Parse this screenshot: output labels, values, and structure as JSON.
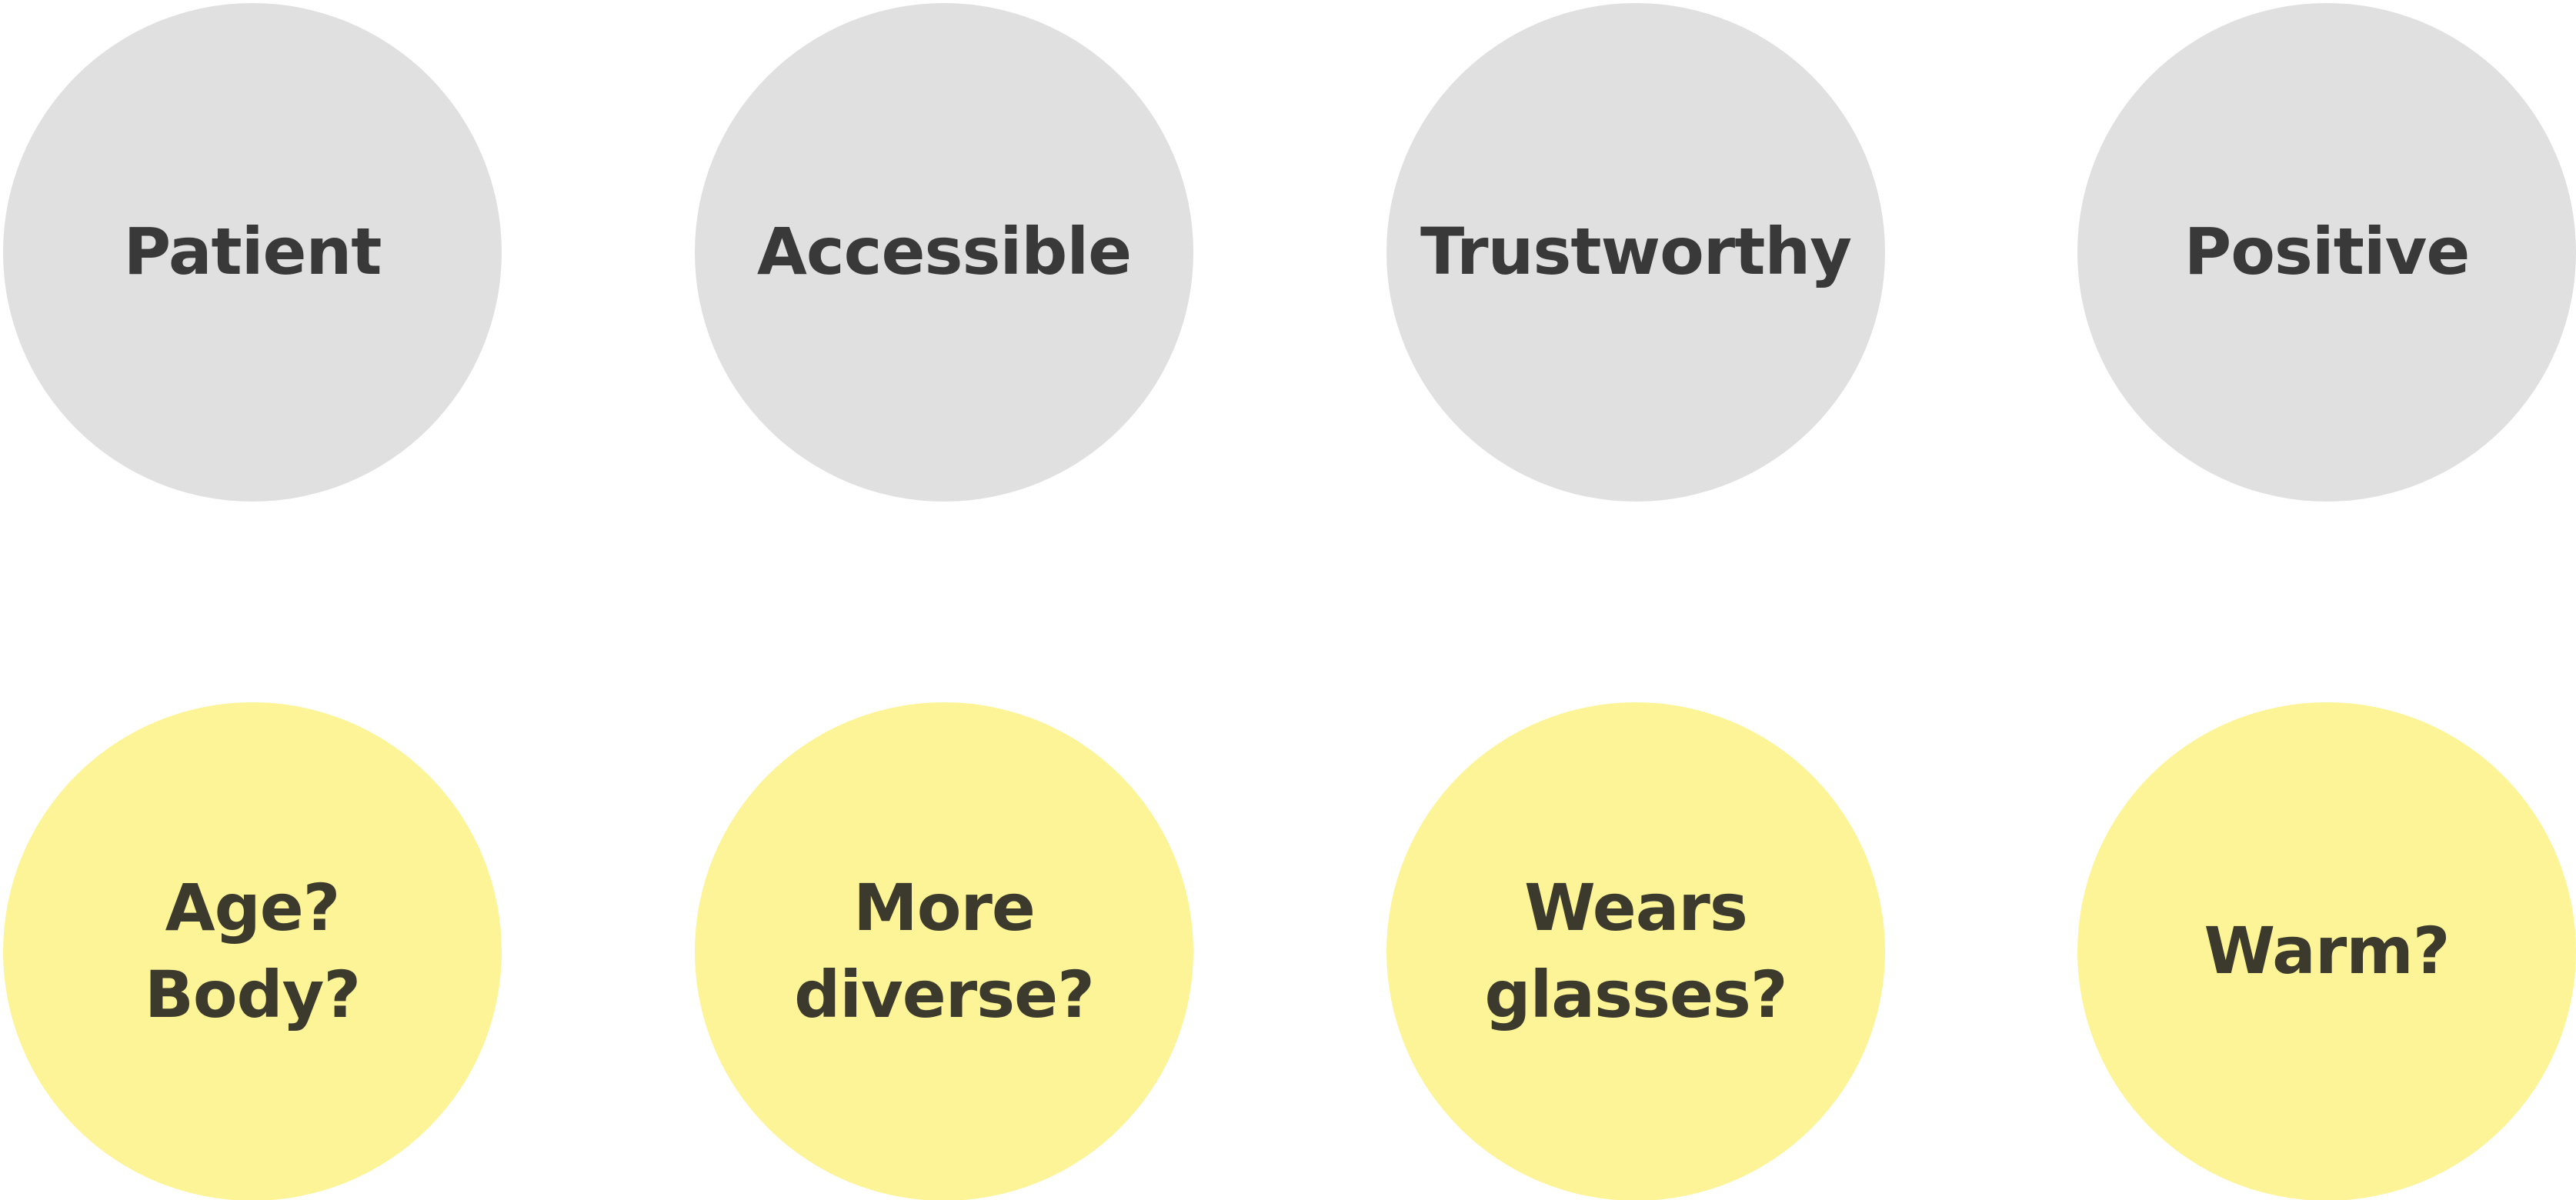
{
  "colors": {
    "grey_fill": "#e0e0e0",
    "yellow_fill": "#fcf497",
    "grey_text": "#393939",
    "yellow_text": "#3b3a2c"
  },
  "row1": [
    {
      "label": "Patient"
    },
    {
      "label": "Accessible"
    },
    {
      "label": "Trustworthy"
    },
    {
      "label": "Positive"
    }
  ],
  "row2": [
    {
      "label": "Age?\nBody?"
    },
    {
      "label": "More\ndiverse?"
    },
    {
      "label": "Wears\nglasses?"
    },
    {
      "label": "Warm?"
    }
  ]
}
